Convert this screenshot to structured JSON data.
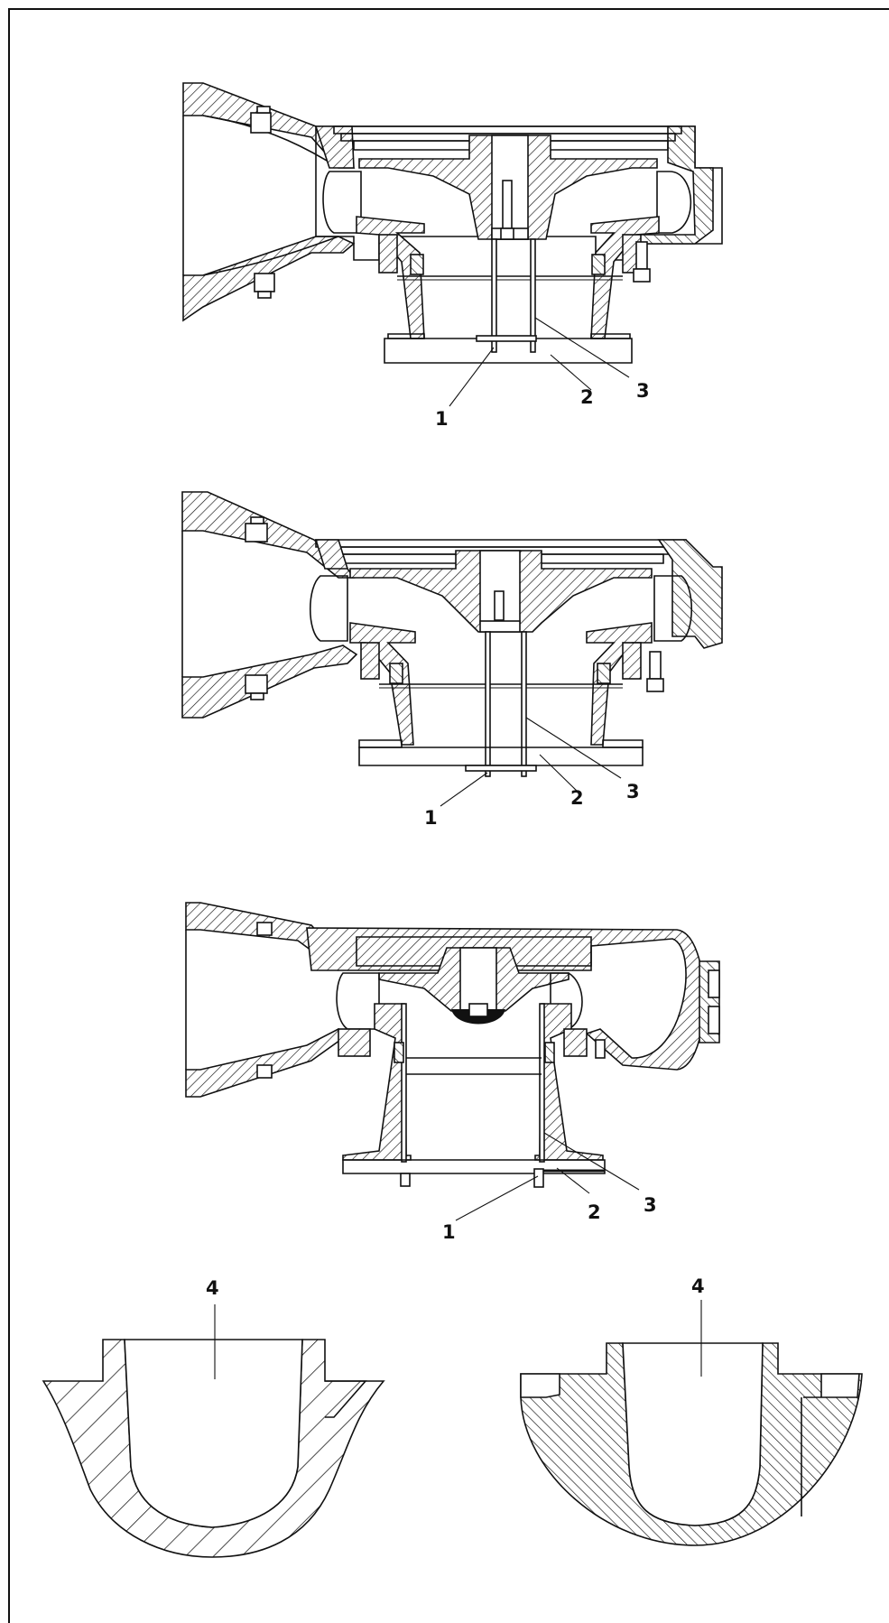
{
  "figure": {
    "callouts": {
      "view1": [
        "1",
        "2",
        "3"
      ],
      "view2": [
        "1",
        "2",
        "3"
      ],
      "view3": [
        "1",
        "2",
        "3"
      ],
      "detail_left": "4",
      "detail_right": "4"
    }
  }
}
